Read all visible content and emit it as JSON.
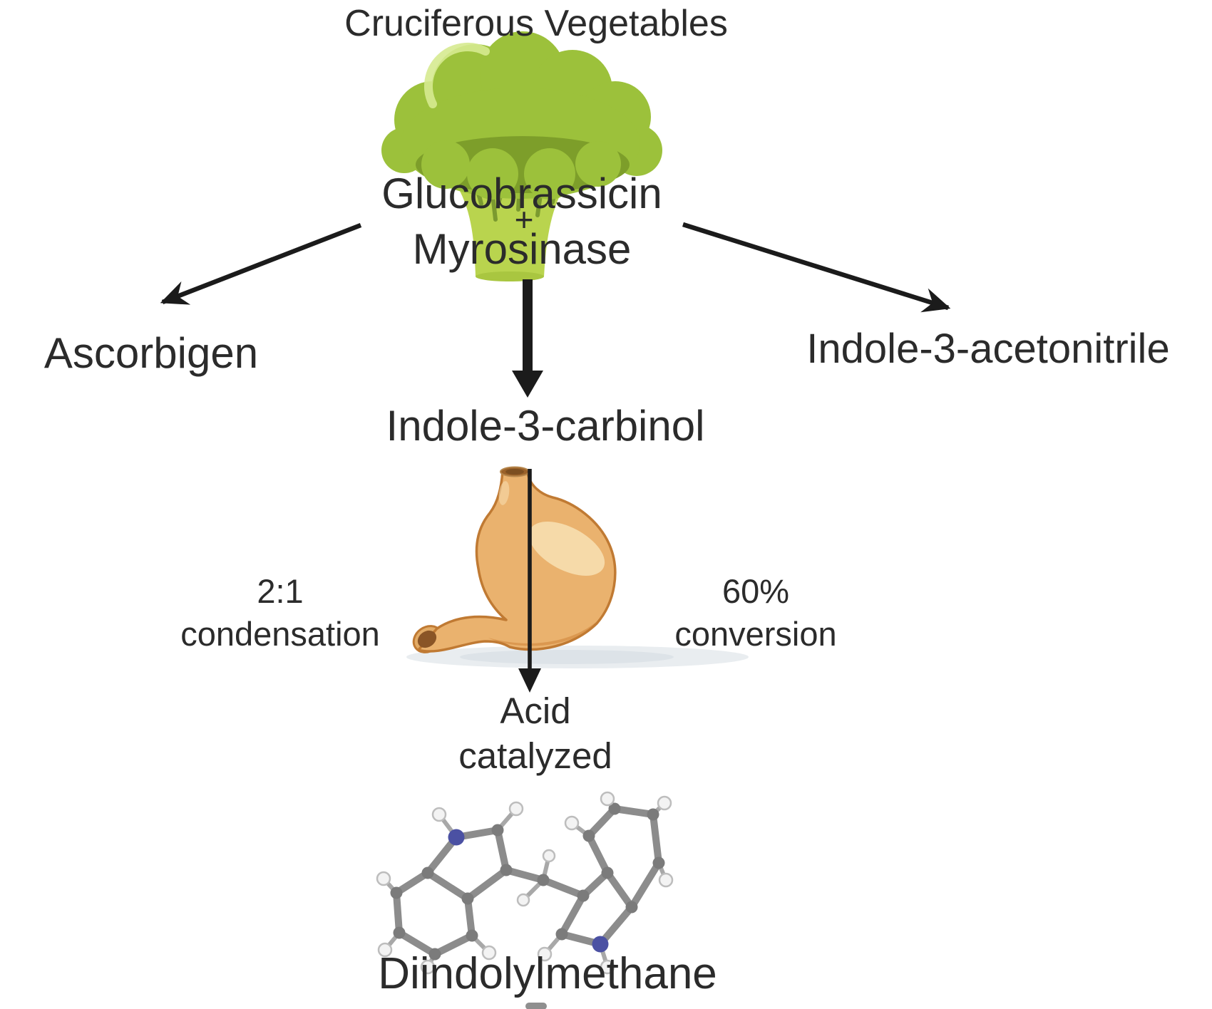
{
  "diagram": {
    "title": "Cruciferous Vegetables",
    "precursor": {
      "compound": "Glucobrassicin",
      "plus": "+",
      "enzyme": "Myrosinase"
    },
    "branches": {
      "left_product": "Ascorbigen",
      "right_product": "Indole-3-acetonitrile",
      "center_product": "Indole-3-carbinol",
      "final_product": "Diindolylmethane"
    },
    "annotations": {
      "condensation_line1": "2:1",
      "condensation_line2": "condensation",
      "conversion_line1": "60%",
      "conversion_line2": "conversion",
      "catalysis_line1": "Acid",
      "catalysis_line2": "catalyzed"
    }
  },
  "icons": {
    "broccoli": "broccoli-illustration",
    "stomach": "stomach-illustration",
    "molecule": "diindolylmethane-3d-ball-and-stick"
  },
  "colors": {
    "background": "#ffffff",
    "text": "#2b2b2b",
    "arrow": "#1b1b1b",
    "broccoli_head": "#9cc13b",
    "broccoli_shade": "#7d9e2a",
    "broccoli_highlight": "#d6ea90",
    "broccoli_stem": "#b9d44e",
    "broccoli_stem_streak": "#71912a",
    "broccoli_stem_base": "#a9c640",
    "stomach_body": "#eab26e",
    "stomach_outline": "#c07a33",
    "stomach_highlight": "#f8e0b4",
    "stomach_shade": "#cd8439",
    "stomach_opening": "#8a5526",
    "stomach_opening_rim": "#e2ab66",
    "esophagus_opening": "#9a6129",
    "ground_shadow": "#e9edf0",
    "ground_shadow_dark": "#dde3e8",
    "bond": "#8c8c8c",
    "bond_h": "#a8a8a8",
    "carbon": "#7b7b7b",
    "hydrogen": "#f3f3f3",
    "hydrogen_edge": "#bdbdbd",
    "nitrogen": "#4b51a3"
  }
}
